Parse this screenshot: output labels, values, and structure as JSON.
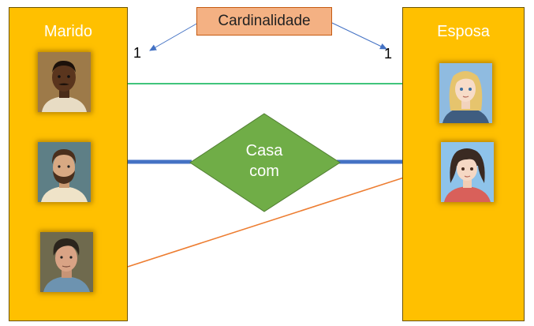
{
  "diagram": {
    "left_entity": {
      "title": "Marido"
    },
    "right_entity": {
      "title": "Esposa"
    },
    "cardinality_label": "Cardinalidade",
    "left_cardinality": "1",
    "right_cardinality": "1",
    "relationship": {
      "line1": "Casa",
      "line2": "com"
    },
    "colors": {
      "entity_fill": "#FFC000",
      "relationship_fill": "#70AD47",
      "cardinality_fill": "#F4B183",
      "connector_blue": "#4472C4",
      "arrow_green": "#00B050",
      "arrow_orange": "#ED7D31"
    }
  }
}
